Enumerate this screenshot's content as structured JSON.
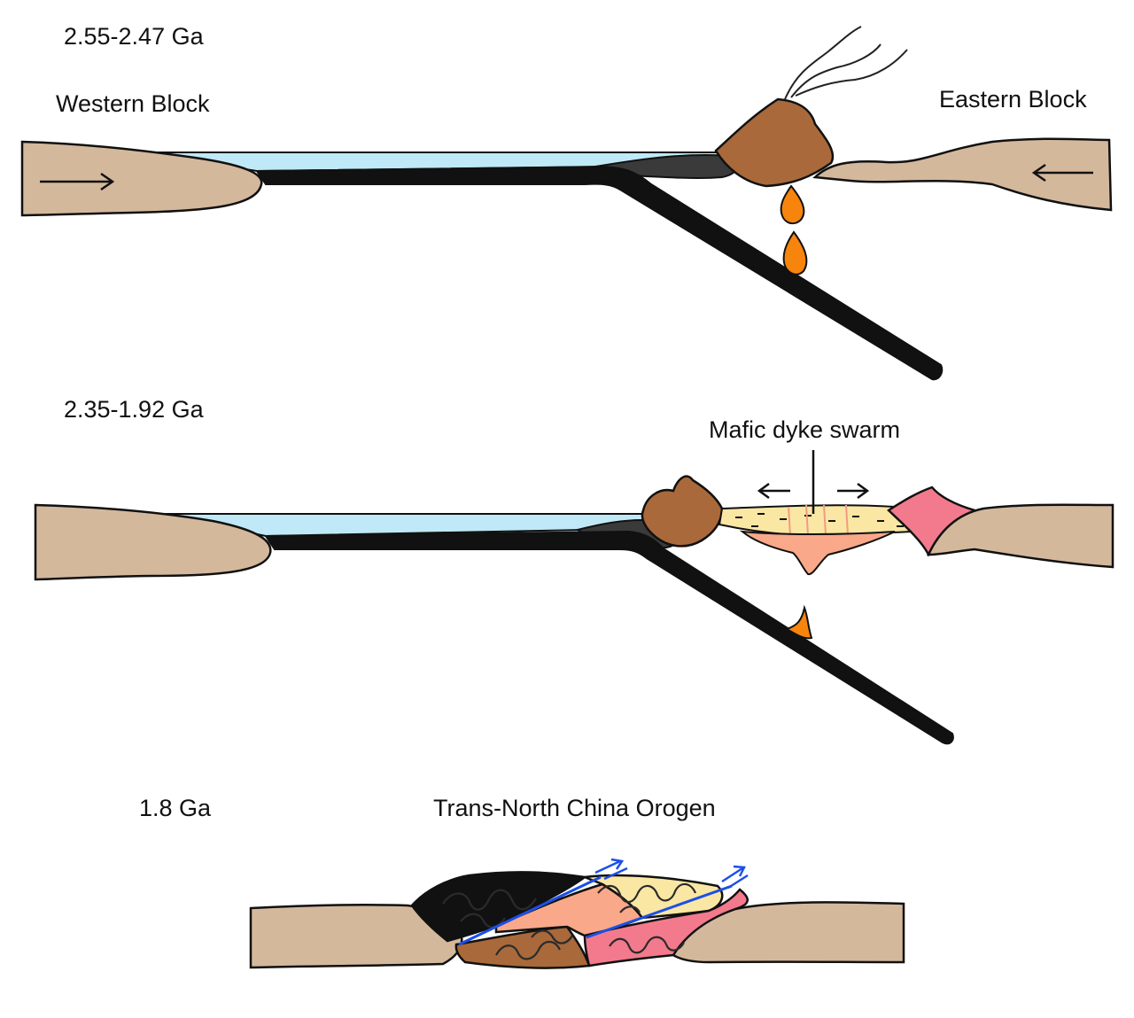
{
  "stages": [
    {
      "age": "2.55-2.47 Ga",
      "labels": {
        "west": "Western Block",
        "east": "Eastern Block"
      }
    },
    {
      "age": "2.35-1.92 Ga",
      "labels": {
        "dyke": "Mafic dyke swarm"
      }
    },
    {
      "age": "1.8 Ga",
      "labels": {
        "orogen": "Trans-North China Orogen"
      }
    }
  ],
  "colors": {
    "crust": "#d4b89c",
    "ocean": "#bfe9f7",
    "slab": "#111111",
    "wedge": "#3a3a3a",
    "arc": "#a9693a",
    "magma": "#f7840c",
    "rift_fill": "#f9e7a3",
    "rift_melt": "#f9a889",
    "pink_block": "#f27a8c",
    "thrust_arrow": "#1c4fe8"
  }
}
